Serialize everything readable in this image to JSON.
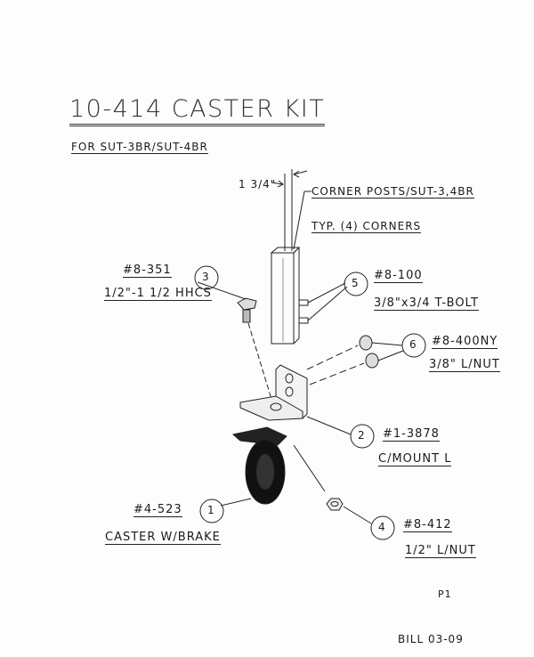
{
  "title": "10-414 CASTER KIT",
  "subtitle": "FOR SUT-3BR/SUT-4BR",
  "dimension": "1 3/4\"",
  "post_label": {
    "line1": "CORNER POSTS/SUT-3,4BR",
    "line2": "TYP. (4) CORNERS"
  },
  "callouts": [
    {
      "num": "1",
      "part": "#4-523",
      "desc": "CASTER W/BRAKE"
    },
    {
      "num": "2",
      "part": "#1-3878",
      "desc": "C/MOUNT L"
    },
    {
      "num": "3",
      "part": "#8-351",
      "desc": "1/2\"-1 1/2 HHCS"
    },
    {
      "num": "4",
      "part": "#8-412",
      "desc": "1/2\" L/NUT"
    },
    {
      "num": "5",
      "part": "#8-100",
      "desc": "3/8\"x3/4 T-BOLT"
    },
    {
      "num": "6",
      "part": "#8-400NY",
      "desc": "3/8\" L/NUT"
    }
  ],
  "page_label": "P1",
  "bill": "BILL 03-09"
}
